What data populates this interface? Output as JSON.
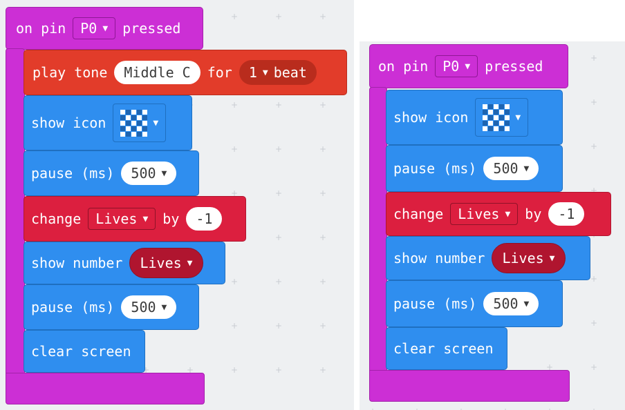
{
  "on_pin": {
    "prefix": "on pin",
    "pin": "P0",
    "suffix": "pressed"
  },
  "play_tone": {
    "label": "play tone",
    "note": "Middle C",
    "for_label": "for",
    "beats": "1",
    "beat_label": "beat"
  },
  "show_icon": {
    "label": "show icon",
    "icon_pattern": [
      [
        1,
        0,
        1,
        0,
        1
      ],
      [
        0,
        1,
        0,
        1,
        0
      ],
      [
        1,
        0,
        1,
        0,
        1
      ],
      [
        0,
        1,
        0,
        1,
        0
      ],
      [
        1,
        0,
        1,
        0,
        1
      ]
    ]
  },
  "pause_1": {
    "label": "pause (ms)",
    "value": "500"
  },
  "change": {
    "label": "change",
    "variable": "Lives",
    "by_label": "by",
    "amount": "-1"
  },
  "show_number": {
    "label": "show number",
    "variable": "Lives"
  },
  "pause_2": {
    "label": "pause (ms)",
    "value": "500"
  },
  "clear_screen": {
    "label": "clear screen"
  },
  "colors": {
    "input_category": "#cc2fd5",
    "basic_category": "#2f8eef",
    "music_category": "#e23c2a",
    "variables_category": "#dc1f3f",
    "workspace_background": "#eef0f2"
  },
  "icons": {
    "dropdown": "caret-down-icon",
    "led_grid": "led-matrix-icon"
  }
}
